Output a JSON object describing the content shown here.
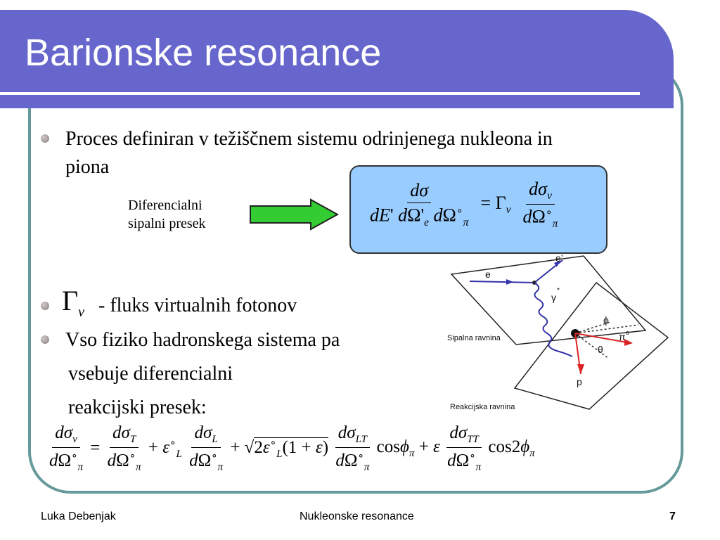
{
  "title": "Barionske resonance",
  "bullets": [
    "Proces definiran v težiščnem sistemu odrinjenega nukleona in",
    "piona",
    "- fluks virtualnih fotonov",
    "Vso fiziko hadronskega sistema pa",
    "vsebuje diferencialni",
    "reakcijski presek:"
  ],
  "diff_label": [
    "Diferencialni",
    "sipalni presek"
  ],
  "diagram": {
    "e_in": "e",
    "e_out": "e’",
    "gamma": "γ",
    "gamma_star": "*",
    "phi": "ϕ",
    "pi0": "π",
    "pi0_sup": "o",
    "theta": "θ",
    "p": "p",
    "plane_scatter": "Sipalna ravnina",
    "plane_reaction": "Reakcijska ravnina"
  },
  "footer": {
    "author": "Luka Debenjak",
    "title": "Nukleonske resonance",
    "page": "7"
  },
  "colors": {
    "title_bg": "#6666cc",
    "frame": "#669999",
    "formula_box": "#99ccff",
    "arrow": "#33cc33",
    "electron": "#3333aa",
    "photon": "#3333aa",
    "hadron": "#dd2222"
  }
}
